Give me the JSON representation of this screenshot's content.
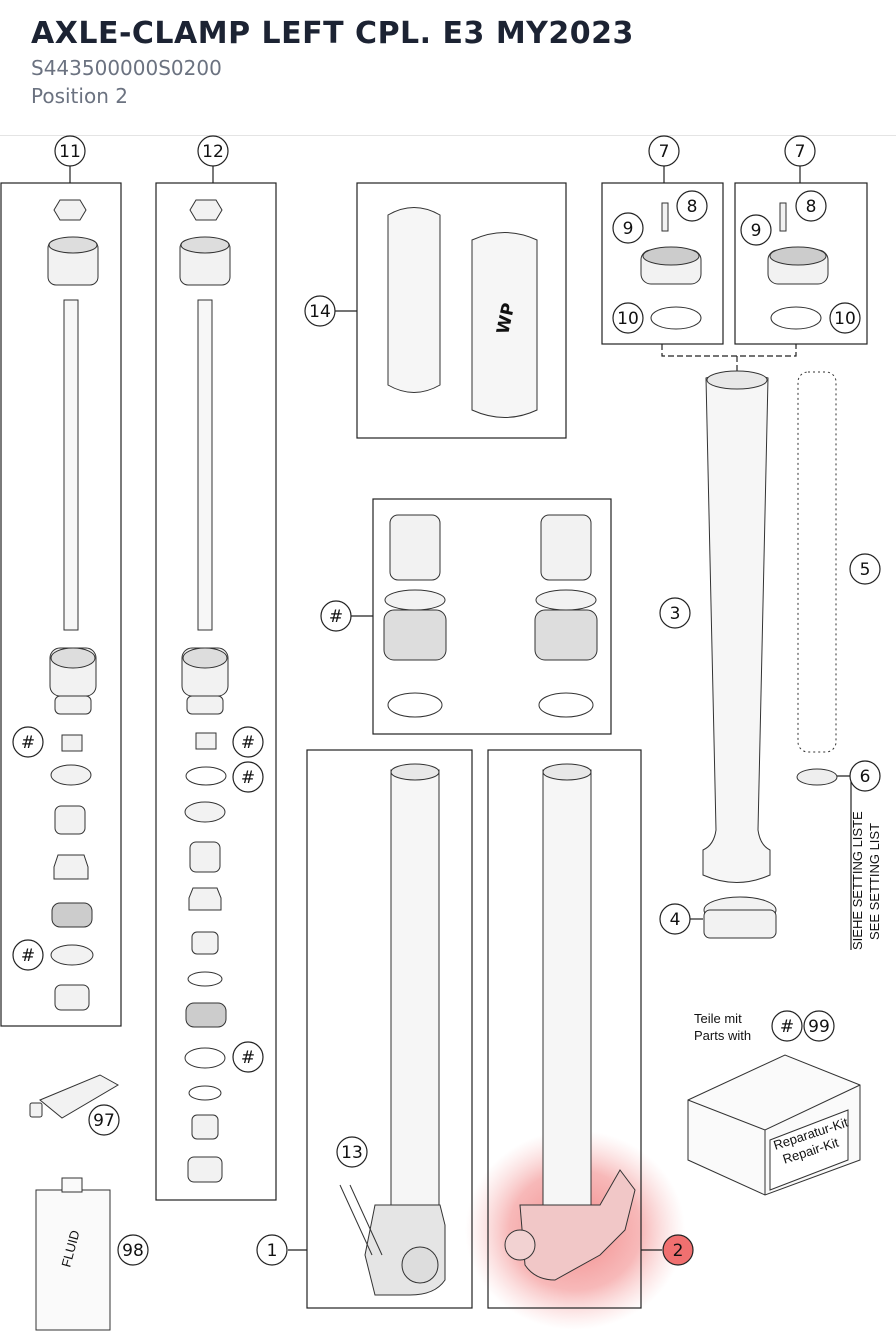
{
  "header": {
    "title": "AXLE-CLAMP LEFT CPL. E3 MY2023",
    "part_number": "S443500000S0200",
    "position": "Position 2"
  },
  "callouts": [
    {
      "id": "c1",
      "label": "1"
    },
    {
      "id": "c2",
      "label": "2",
      "highlighted": true
    },
    {
      "id": "c3",
      "label": "3"
    },
    {
      "id": "c4",
      "label": "4"
    },
    {
      "id": "c5",
      "label": "5"
    },
    {
      "id": "c6",
      "label": "6"
    },
    {
      "id": "c7a",
      "label": "7"
    },
    {
      "id": "c7b",
      "label": "7"
    },
    {
      "id": "c8a",
      "label": "8"
    },
    {
      "id": "c8b",
      "label": "8"
    },
    {
      "id": "c9a",
      "label": "9"
    },
    {
      "id": "c9b",
      "label": "9"
    },
    {
      "id": "c10a",
      "label": "10"
    },
    {
      "id": "c10b",
      "label": "10"
    },
    {
      "id": "c11",
      "label": "11"
    },
    {
      "id": "c12",
      "label": "12"
    },
    {
      "id": "c13",
      "label": "13"
    },
    {
      "id": "c14",
      "label": "14"
    },
    {
      "id": "c97",
      "label": "97"
    },
    {
      "id": "c98",
      "label": "98"
    },
    {
      "id": "c99",
      "label": "99"
    },
    {
      "id": "h1",
      "label": "#"
    },
    {
      "id": "h2",
      "label": "#"
    },
    {
      "id": "h3",
      "label": "#"
    },
    {
      "id": "h4",
      "label": "#"
    },
    {
      "id": "h5",
      "label": "#"
    },
    {
      "id": "h6",
      "label": "#"
    },
    {
      "id": "h7",
      "label": "#"
    }
  ],
  "annotations": {
    "setting_de": "SIEHE SETTING LISTE",
    "setting_en": "SEE SETTING LIST",
    "kit_note_de": "Teile mit",
    "kit_note_en": "Parts with",
    "kit_box_de": "Reparatur-Kit",
    "kit_box_en": "Repair-Kit",
    "fluid_label": "FLUID",
    "wp_logo": "WP"
  },
  "colors": {
    "highlight": "#f07070",
    "title": "#1c2333",
    "subtitle": "#6b7280"
  }
}
